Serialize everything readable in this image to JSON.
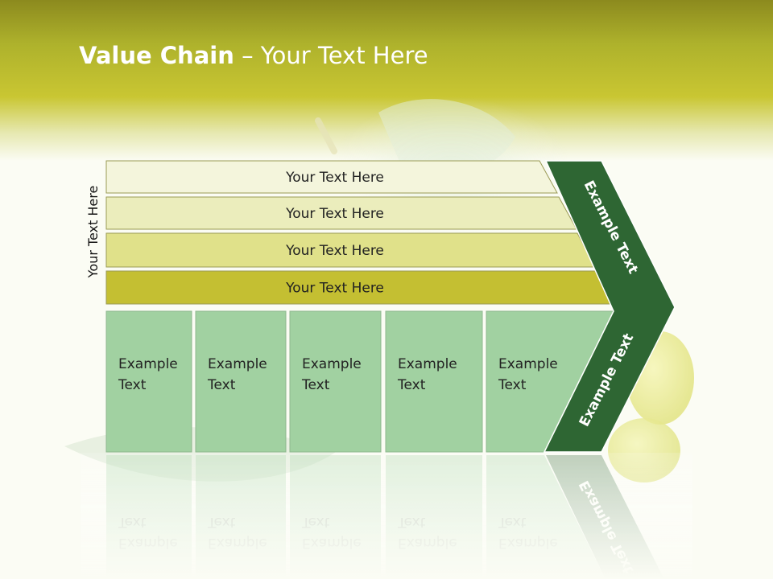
{
  "title": {
    "bold": "Value Chain",
    "rest": " – Your Text Here"
  },
  "side_label": "Your Text Here",
  "rows": [
    {
      "label": "Your Text Here",
      "color": "#f4f5dc"
    },
    {
      "label": "Your Text Here",
      "color": "#ebedbc"
    },
    {
      "label": "Your Text Here",
      "color": "#e0e18a"
    },
    {
      "label": "Your Text Here",
      "color": "#c4bf32"
    }
  ],
  "boxes": [
    {
      "line1": "Example",
      "line2": "Text"
    },
    {
      "line1": "Example",
      "line2": "Text"
    },
    {
      "line1": "Example",
      "line2": "Text"
    },
    {
      "line1": "Example",
      "line2": "Text"
    },
    {
      "line1": "Example",
      "line2": "Text"
    }
  ],
  "chevron": {
    "upper": "Example Text",
    "lower": "Example Text"
  },
  "colors": {
    "box_fill": "#a1d1a1",
    "box_stroke": "#8fb88f",
    "chevron": "#2e6633",
    "title": "#ffffff"
  }
}
